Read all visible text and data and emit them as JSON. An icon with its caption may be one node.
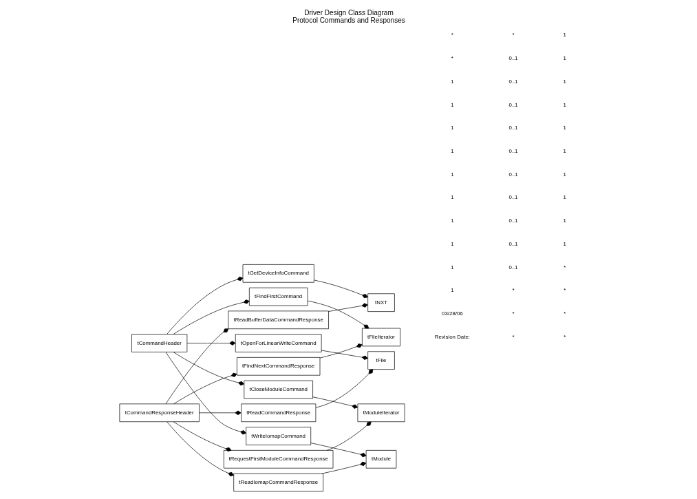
{
  "diagram": {
    "title": "Driver Design Class Diagram",
    "caption": "Protocol Commands and Responses",
    "nodes": [
      {
        "text": [
          "tCommandHeader"
        ]
      },
      {
        "text": [
          "tGetDeviceInfoCommand"
        ]
      },
      {
        "text": [
          "tOpenForLinearWriteCommand"
        ]
      },
      {
        "text": [
          "tFindFirstCommand"
        ]
      },
      {
        "text": [
          "tWriteIomapCommand"
        ]
      },
      {
        "text": [
          "tCloseModuleCommand"
        ]
      },
      {
        "text": [
          "tNXT"
        ]
      },
      {
        "text": [
          "tFile"
        ]
      },
      {
        "text": [
          "tFileIterator"
        ]
      },
      {
        "text": [
          "tModule"
        ]
      },
      {
        "text": [
          "tModuleIterator"
        ]
      },
      {
        "text": [
          "tReadBufferDataCommandResponse"
        ]
      },
      {
        "text": [
          "tReadCommandResponse"
        ]
      },
      {
        "text": [
          "tFindNextCommandResponse"
        ]
      },
      {
        "text": [
          "tReadIomapCommandResponse"
        ]
      },
      {
        "text": [
          "tRequestFirstModuleCommandResponse"
        ]
      },
      {
        "text": [
          "tCommandResponseHeader"
        ]
      }
    ],
    "edges": [
      {
        "from": 0,
        "to": 1,
        "arrow": "other"
      },
      {
        "from": 0,
        "to": 2,
        "arrow": "other"
      },
      {
        "from": 0,
        "to": 3,
        "arrow": "other"
      },
      {
        "from": 0,
        "to": 4,
        "arrow": "other"
      },
      {
        "from": 0,
        "to": 5,
        "arrow": "other"
      },
      {
        "from": 1,
        "to": 6,
        "arrow": "other"
      },
      {
        "from": 2,
        "to": 7,
        "arrow": "other"
      },
      {
        "from": 3,
        "to": 8,
        "arrow": "other"
      },
      {
        "from": 4,
        "to": 9,
        "arrow": "other"
      },
      {
        "from": 5,
        "to": 10,
        "arrow": "other"
      },
      {
        "from": 11,
        "to": 6,
        "arrow": "other"
      },
      {
        "from": 12,
        "to": 7,
        "arrow": "other"
      },
      {
        "from": 13,
        "to": 8,
        "arrow": "other"
      },
      {
        "from": 14,
        "to": 9,
        "arrow": "other"
      },
      {
        "from": 15,
        "to": 10,
        "arrow": "other"
      },
      {
        "from": 16,
        "to": 11,
        "arrow": "other"
      },
      {
        "from": 16,
        "to": 12,
        "arrow": "other"
      },
      {
        "from": 16,
        "to": 13,
        "arrow": "other"
      },
      {
        "from": 16,
        "to": 14,
        "arrow": "other"
      },
      {
        "from": 16,
        "to": 15,
        "arrow": "other"
      }
    ],
    "labels": [
      "Revision Date:",
      "03/28/06",
      "1",
      "1",
      "1",
      "1",
      "1",
      "1",
      "1",
      "1",
      "1",
      "1",
      "*",
      "*",
      "*",
      "*",
      "*",
      "0..1",
      "0..1",
      "0..1",
      "0..1",
      "0..1",
      "0..1",
      "0..1",
      "0..1",
      "0..1",
      "0..1",
      "*",
      "*",
      "*",
      "*",
      "*",
      "1",
      "1",
      "1",
      "1",
      "1",
      "1",
      "1",
      "1",
      "1",
      "1"
    ]
  }
}
